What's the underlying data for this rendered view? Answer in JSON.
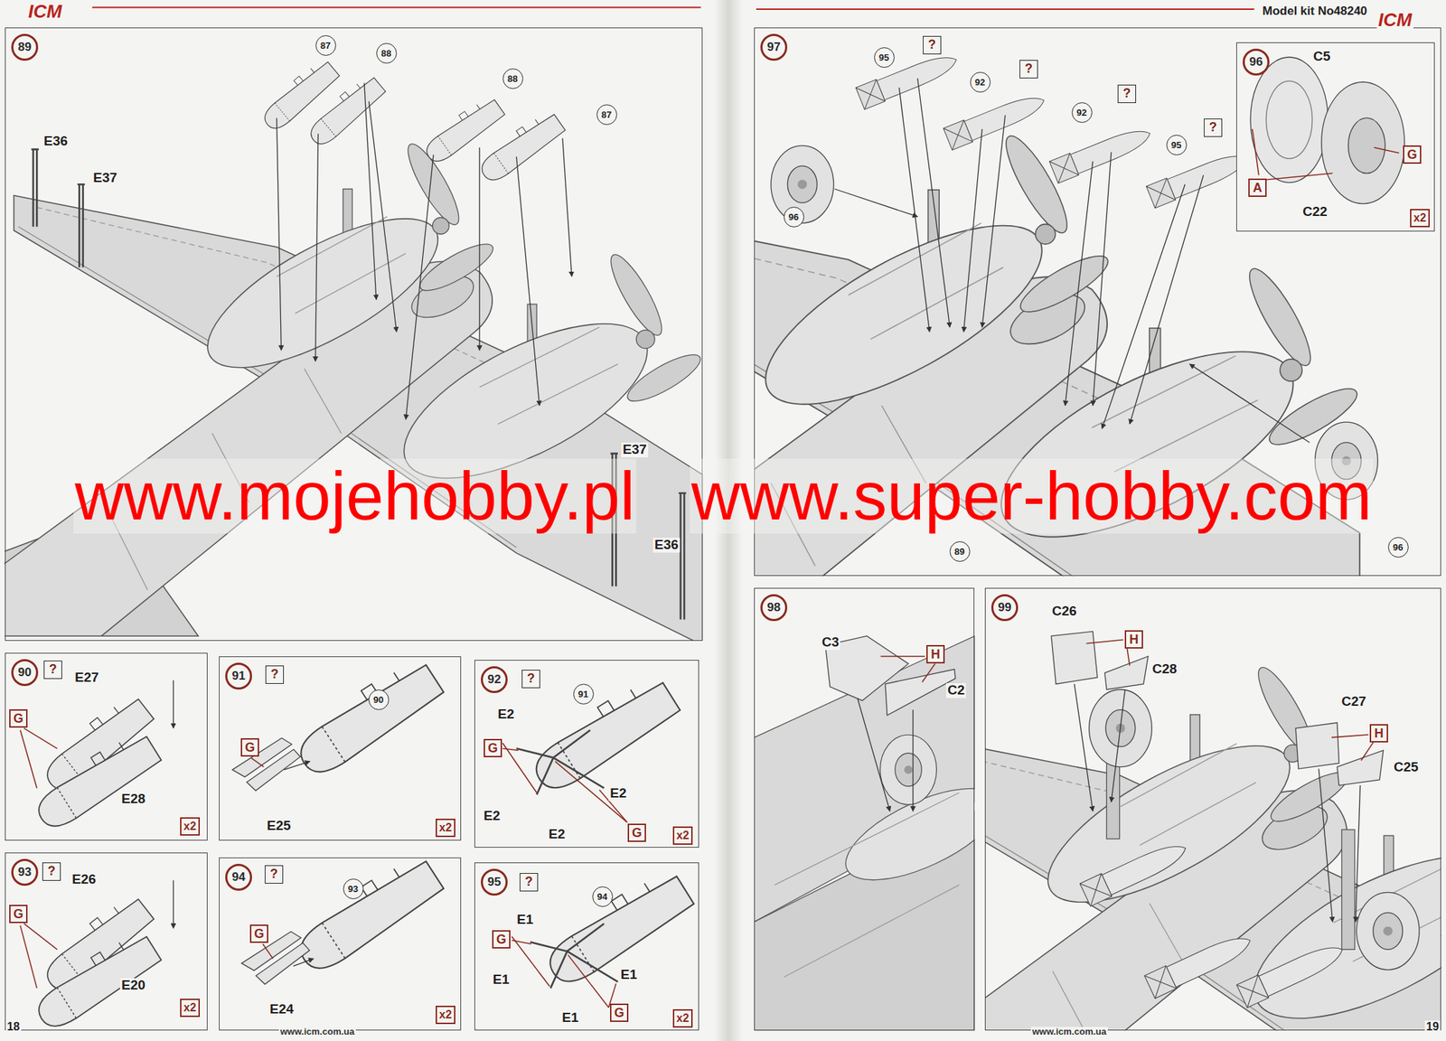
{
  "diagram": {
    "nodes": [
      {
        "text": [
          "89"
        ]
      },
      {
        "text": [
          "87"
        ],
        "in": 0
      },
      {
        "text": [
          "88"
        ],
        "in": 0
      },
      {
        "text": [
          "88"
        ],
        "in": 0
      },
      {
        "text": [
          "87"
        ],
        "in": 0
      },
      {
        "text": [
          "97"
        ]
      },
      {
        "text": [
          "95"
        ],
        "in": 5
      },
      {
        "text": [
          "?"
        ],
        "in": 5
      },
      {
        "text": [
          "92"
        ],
        "in": 5
      },
      {
        "text": [
          "?"
        ],
        "in": 5
      },
      {
        "text": [
          "92"
        ],
        "in": 5
      },
      {
        "text": [
          "?"
        ],
        "in": 5
      },
      {
        "text": [
          "95"
        ],
        "in": 5
      },
      {
        "text": [
          "?"
        ],
        "in": 5
      },
      {
        "text": [
          "96"
        ],
        "in": 5
      },
      {
        "text": [
          "96"
        ],
        "in": 5
      },
      {
        "text": [
          "89"
        ],
        "in": 5
      },
      {
        "text": [
          "96"
        ],
        "in": 5
      },
      {
        "text": [
          "A"
        ],
        "in": 17
      },
      {
        "text": [
          "G"
        ],
        "in": 17
      },
      {
        "text": [
          "x2"
        ],
        "in": 17
      },
      {
        "text": [
          "90"
        ]
      },
      {
        "text": [
          "?"
        ],
        "in": 21
      },
      {
        "text": [
          "G"
        ],
        "in": 21
      },
      {
        "text": [
          "x2"
        ],
        "in": 21
      },
      {
        "text": [
          "91"
        ]
      },
      {
        "text": [
          "?"
        ],
        "in": 25
      },
      {
        "text": [
          "90"
        ],
        "in": 25
      },
      {
        "text": [
          "G"
        ],
        "in": 25
      },
      {
        "text": [
          "x2"
        ],
        "in": 25
      },
      {
        "text": [
          "92"
        ]
      },
      {
        "text": [
          "?"
        ],
        "in": 30
      },
      {
        "text": [
          "91"
        ],
        "in": 30
      },
      {
        "text": [
          "G"
        ],
        "in": 30
      },
      {
        "text": [
          "G"
        ],
        "in": 30
      },
      {
        "text": [
          "x2"
        ],
        "in": 30
      },
      {
        "text": [
          "93"
        ]
      },
      {
        "text": [
          "?"
        ],
        "in": 36
      },
      {
        "text": [
          "G"
        ],
        "in": 36
      },
      {
        "text": [
          "x2"
        ],
        "in": 36
      },
      {
        "text": [
          "94"
        ]
      },
      {
        "text": [
          "?"
        ],
        "in": 40
      },
      {
        "text": [
          "93"
        ],
        "in": 40
      },
      {
        "text": [
          "G"
        ],
        "in": 40
      },
      {
        "text": [
          "x2"
        ],
        "in": 40
      },
      {
        "text": [
          "95"
        ]
      },
      {
        "text": [
          "?"
        ],
        "in": 45
      },
      {
        "text": [
          "94"
        ],
        "in": 45
      },
      {
        "text": [
          "G"
        ],
        "in": 45
      },
      {
        "text": [
          "G"
        ],
        "in": 45
      },
      {
        "text": [
          "x2"
        ],
        "in": 45
      },
      {
        "text": [
          "98"
        ]
      },
      {
        "text": [
          "H"
        ],
        "in": 51
      },
      {
        "text": [
          "99"
        ]
      },
      {
        "text": [
          "H"
        ],
        "in": 53
      },
      {
        "text": [
          "H"
        ],
        "in": 53
      }
    ],
    "labels": [
      "ICM",
      "Model kit No48240",
      "ICM",
      "E36",
      "E37",
      "E37",
      "E36",
      "www.mojehobby.pl",
      "www.super-hobby.com",
      "C5",
      "C22",
      "E27",
      "E28",
      "E25",
      "E2",
      "E2",
      "E2",
      "E2",
      "E26",
      "E20",
      "E24",
      "E1",
      "E1",
      "E1",
      "E1",
      "C3",
      "C2",
      "C26",
      "C28",
      "C27",
      "C25",
      "18",
      "19",
      "www.icm.com.ua",
      "www.icm.com.ua"
    ]
  }
}
